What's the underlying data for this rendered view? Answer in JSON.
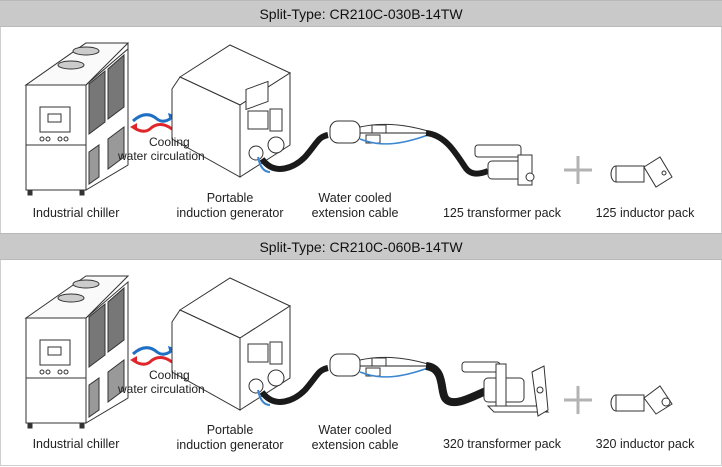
{
  "sections": [
    {
      "title": "Split-Type: CR210C-030B-14TW",
      "flow_label": [
        "Cooling",
        "water circulation"
      ],
      "components": [
        {
          "label": [
            "Industrial chiller"
          ]
        },
        {
          "label": [
            "Portable",
            "induction generator"
          ]
        },
        {
          "label": [
            "Water cooled",
            "extension cable"
          ]
        },
        {
          "label": [
            "125 transformer pack"
          ]
        },
        {
          "label": [
            "125 inductor pack"
          ]
        }
      ],
      "plus_symbol": "+"
    },
    {
      "title": "Split-Type: CR210C-060B-14TW",
      "flow_label": [
        "Cooling",
        "water circulation"
      ],
      "components": [
        {
          "label": [
            "Industrial chiller"
          ]
        },
        {
          "label": [
            "Portable",
            "induction generator"
          ]
        },
        {
          "label": [
            "Water cooled",
            "extension cable"
          ]
        },
        {
          "label": [
            "320 transformer pack"
          ]
        },
        {
          "label": [
            "320 inductor pack"
          ]
        }
      ],
      "plus_symbol": "+"
    }
  ],
  "colors": {
    "header_band": "#c9c9c9",
    "supply_arrow": "#1f6fc5",
    "return_arrow": "#e0262b",
    "hose": "#1a1a1a",
    "blue_wire": "#3a86d0",
    "plus": "#b3b3b3"
  }
}
